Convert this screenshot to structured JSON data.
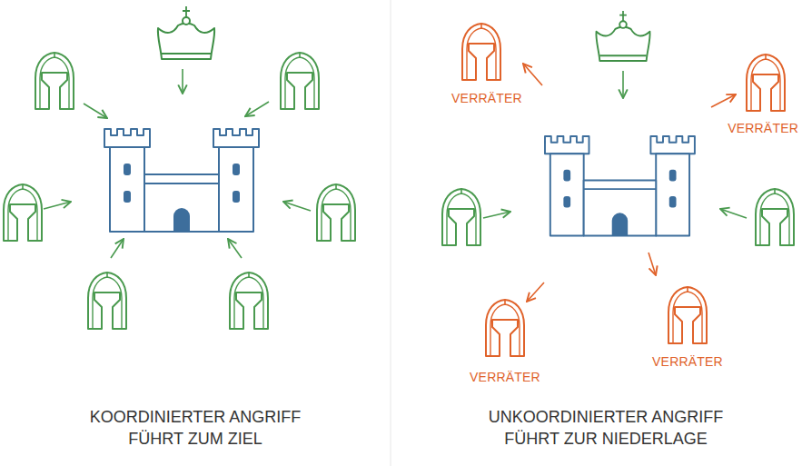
{
  "diagram": {
    "labels": [
      "VERRÄTER",
      "VERRÄTER",
      "VERRÄTER",
      "VERRÄTER",
      "KOORDINIERTER ANGRIFF FÜHRT ZUM ZIEL",
      "UNKOORDINIERTER ANGRIFF FÜHRT ZUR NIEDERLAGE"
    ]
  }
}
